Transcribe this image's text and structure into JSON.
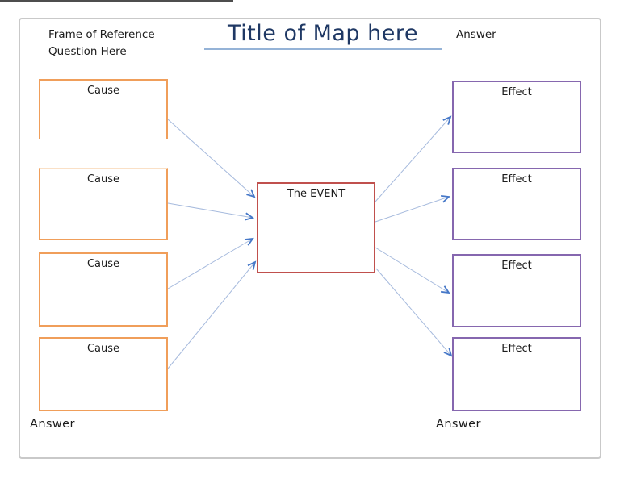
{
  "header": {
    "title": "Title of Map here",
    "frame_of_reference": "Frame of Reference\nQuestion Here",
    "answer_top_right": "Answer"
  },
  "footer": {
    "answer_bottom_left": "Answer",
    "answer_bottom_right": "Answer"
  },
  "nodes": {
    "causes": [
      {
        "label": "Cause"
      },
      {
        "label": "Cause"
      },
      {
        "label": "Cause"
      },
      {
        "label": "Cause"
      }
    ],
    "event": {
      "label": "The EVENT"
    },
    "effects": [
      {
        "label": "Effect"
      },
      {
        "label": "Effect"
      },
      {
        "label": "Effect"
      },
      {
        "label": "Effect"
      }
    ]
  },
  "colors": {
    "cause_border": "#F09E5A",
    "cause_border_faint": "#FAE0C6",
    "effect_border": "#8667AF",
    "event_border": "#C0504D",
    "title_text": "#1F3864",
    "title_underline": "#95B3D7",
    "connector_line": "#A6BADD",
    "arrowhead": "#4678C8",
    "canvas_border": "#C9C9C9"
  }
}
